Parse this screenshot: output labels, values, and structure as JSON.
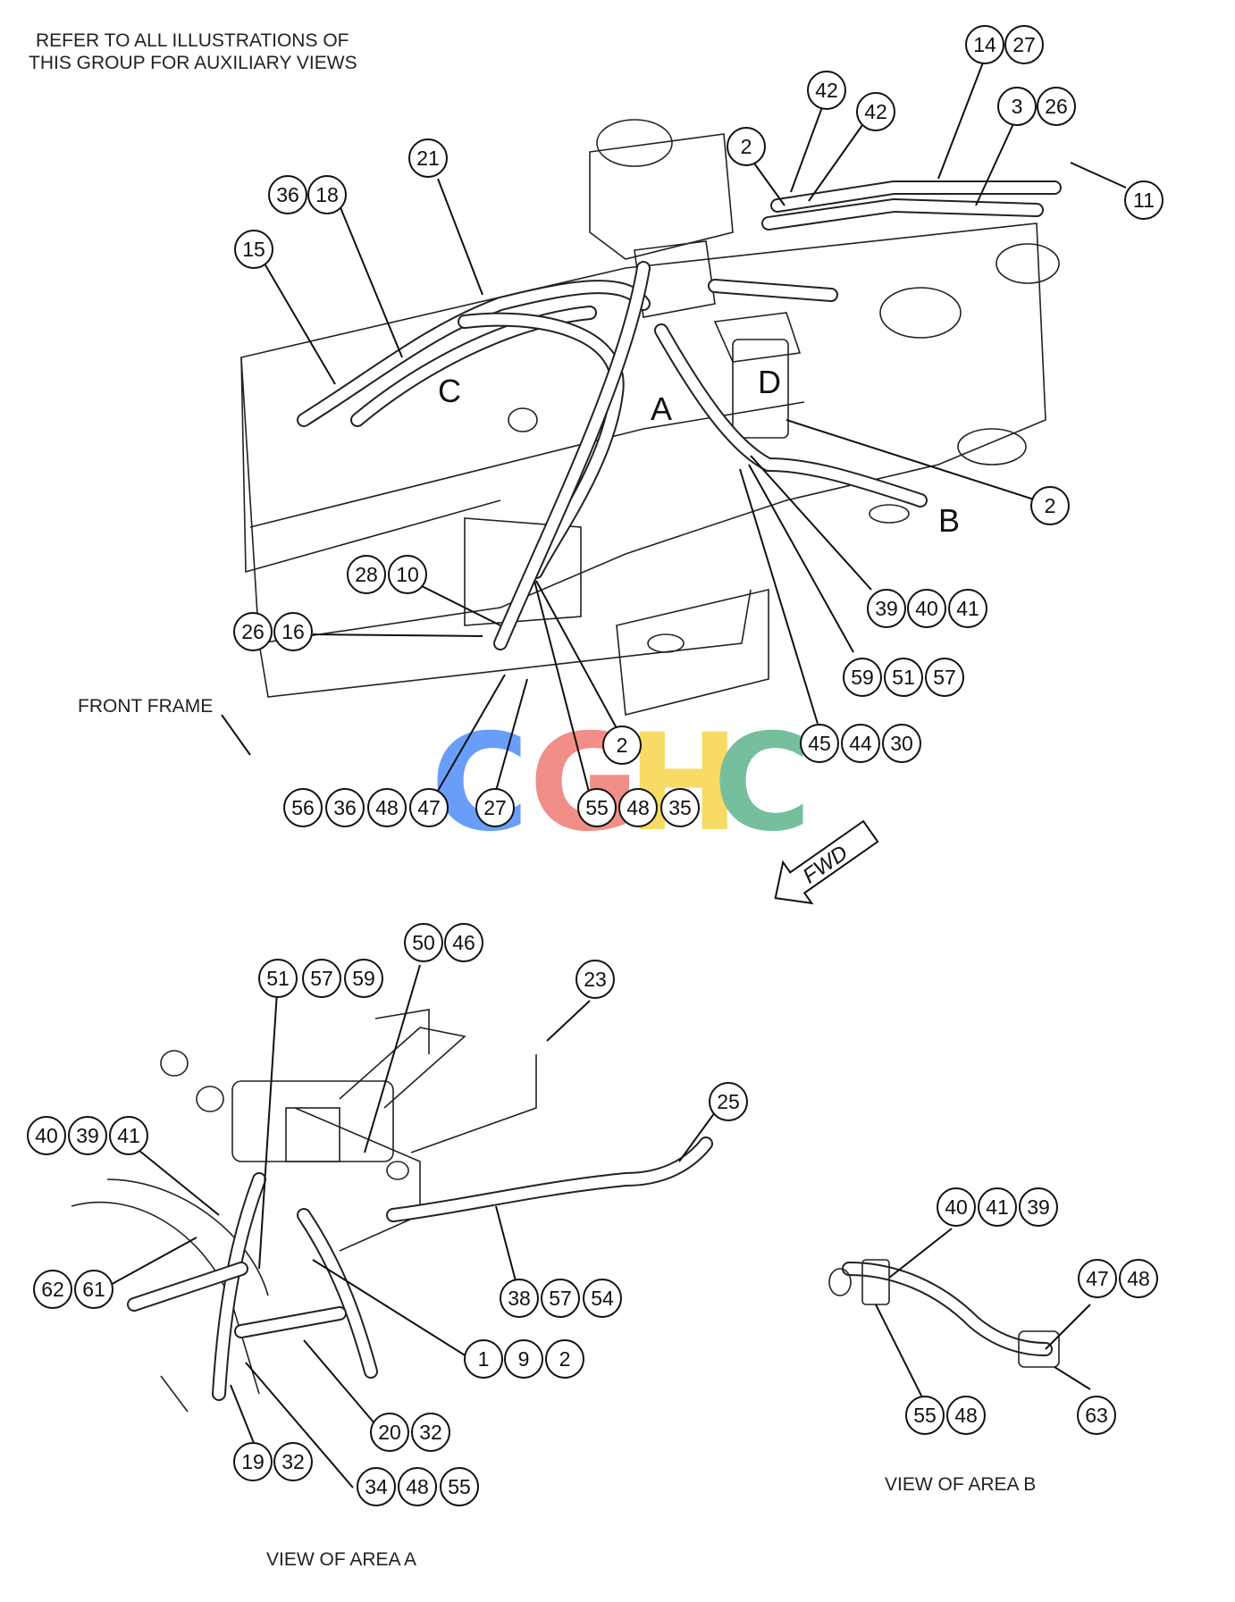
{
  "notes": {
    "top_line1": "REFER TO ALL ILLUSTRATIONS OF",
    "top_line2": "THIS GROUP FOR AUXILIARY VIEWS",
    "front_frame": "FRONT FRAME",
    "fwd": "FWD",
    "view_a": "VIEW OF AREA A",
    "view_b": "VIEW OF AREA B"
  },
  "area_letters": {
    "a": "A",
    "b": "B",
    "c": "C",
    "d": "D"
  },
  "watermark": {
    "text": "CGHC",
    "colors": [
      "#4f8ef7",
      "#ef7b73",
      "#f6d54a",
      "#5db58c"
    ]
  },
  "callouts": [
    {
      "id": "c1",
      "numbers": [
        "14",
        "27"
      ]
    },
    {
      "id": "c2",
      "numbers": [
        "3",
        "26"
      ]
    },
    {
      "id": "c3",
      "numbers": [
        "11"
      ]
    },
    {
      "id": "c4",
      "numbers": [
        "42"
      ]
    },
    {
      "id": "c5",
      "numbers": [
        "42"
      ]
    },
    {
      "id": "c6",
      "numbers": [
        "2"
      ]
    },
    {
      "id": "c7",
      "numbers": [
        "21"
      ]
    },
    {
      "id": "c8",
      "numbers": [
        "36",
        "18"
      ]
    },
    {
      "id": "c9",
      "numbers": [
        "15"
      ]
    },
    {
      "id": "c10",
      "numbers": [
        "2"
      ]
    },
    {
      "id": "c11",
      "numbers": [
        "39",
        "40",
        "41"
      ]
    },
    {
      "id": "c12",
      "numbers": [
        "59",
        "51",
        "57"
      ]
    },
    {
      "id": "c13",
      "numbers": [
        "45",
        "44",
        "30"
      ]
    },
    {
      "id": "c14",
      "numbers": [
        "28",
        "10"
      ]
    },
    {
      "id": "c15",
      "numbers": [
        "26",
        "16"
      ]
    },
    {
      "id": "c16",
      "numbers": [
        "2"
      ]
    },
    {
      "id": "c17",
      "numbers": [
        "56",
        "36",
        "48",
        "47"
      ]
    },
    {
      "id": "c18",
      "numbers": [
        "27"
      ]
    },
    {
      "id": "c19",
      "numbers": [
        "55",
        "48",
        "35"
      ]
    },
    {
      "id": "c20",
      "numbers": [
        "50",
        "46"
      ]
    },
    {
      "id": "c21",
      "numbers": [
        "51",
        "57",
        "59"
      ]
    },
    {
      "id": "c22",
      "numbers": [
        "23"
      ]
    },
    {
      "id": "c23",
      "numbers": [
        "25"
      ]
    },
    {
      "id": "c24",
      "numbers": [
        "40",
        "39",
        "41"
      ]
    },
    {
      "id": "c25",
      "numbers": [
        "62",
        "61"
      ]
    },
    {
      "id": "c26",
      "numbers": [
        "38",
        "57",
        "54"
      ]
    },
    {
      "id": "c27",
      "numbers": [
        "1",
        "9",
        "2"
      ]
    },
    {
      "id": "c28",
      "numbers": [
        "20",
        "32"
      ]
    },
    {
      "id": "c29",
      "numbers": [
        "19",
        "32"
      ]
    },
    {
      "id": "c30",
      "numbers": [
        "34",
        "48",
        "55"
      ]
    },
    {
      "id": "c31",
      "numbers": [
        "40",
        "41",
        "39"
      ]
    },
    {
      "id": "c32",
      "numbers": [
        "47",
        "48"
      ]
    },
    {
      "id": "c33",
      "numbers": [
        "55",
        "48"
      ]
    },
    {
      "id": "c34",
      "numbers": [
        "63"
      ]
    }
  ]
}
